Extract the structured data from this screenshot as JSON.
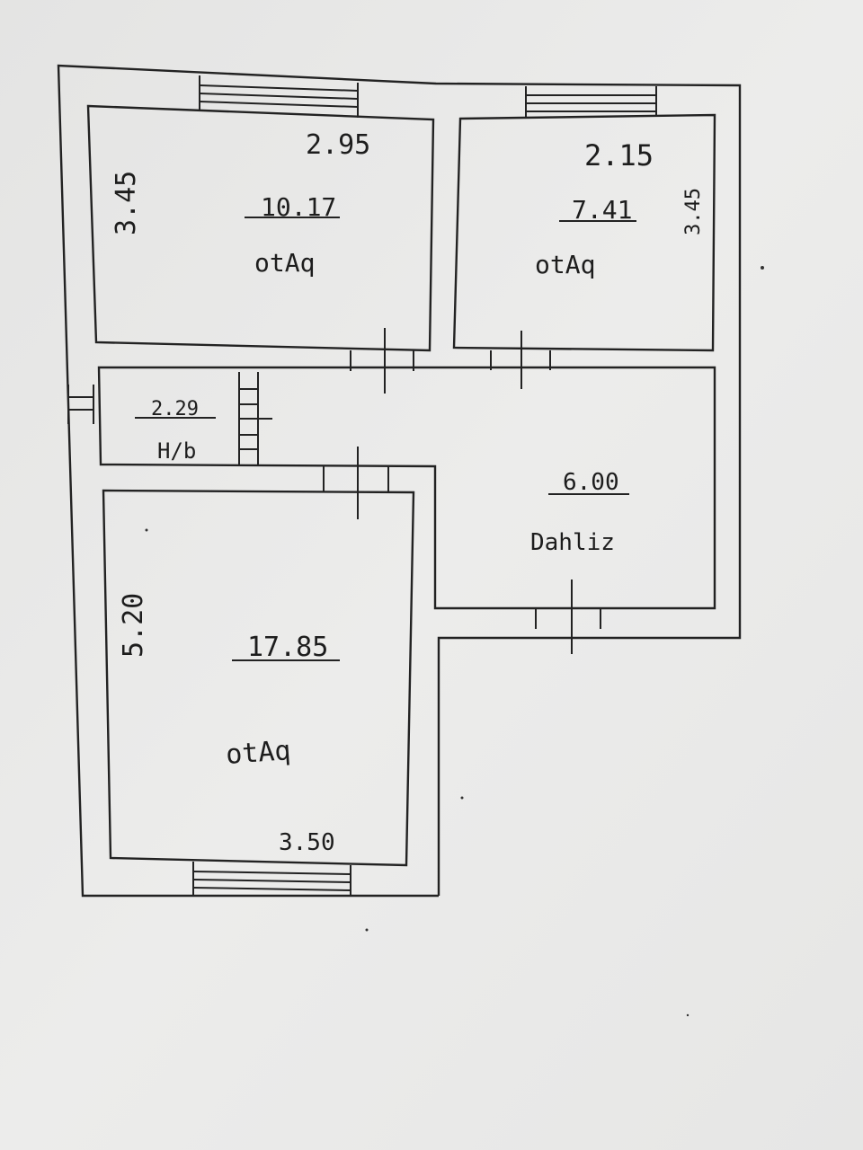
{
  "plan": {
    "rooms": [
      {
        "id": "room-top-left",
        "area": "10.17",
        "label": "otAq",
        "dim_width": "2.95",
        "dim_height": "3.45"
      },
      {
        "id": "room-top-right",
        "area": "7.41",
        "label": "otAq",
        "dim_width": "2.15",
        "dim_height": "3.45"
      },
      {
        "id": "bathroom",
        "area": "2.29",
        "label": "H/b"
      },
      {
        "id": "hallway",
        "area": "6.00",
        "label": "Dahliz"
      },
      {
        "id": "room-bottom",
        "area": "17.85",
        "label": "otAq",
        "dim_width": "3.50",
        "dim_height": "5.20"
      }
    ]
  },
  "colors": {
    "paper": "#e9e9e9",
    "ink": "#222222"
  }
}
